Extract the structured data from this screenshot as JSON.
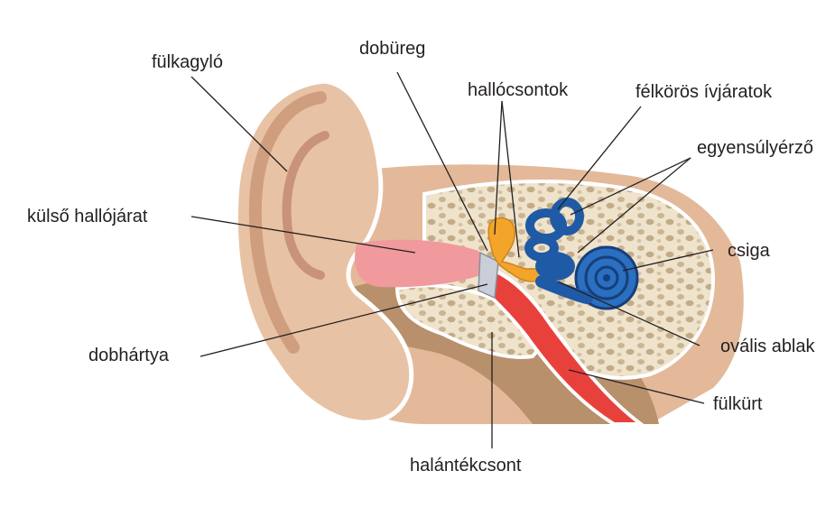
{
  "labels": {
    "fulkagylo": "fülkagyló",
    "dobureg": "dobüreg",
    "hallocsontok": "hallócsontok",
    "felkoros": "félkörös ívjáratok",
    "egyensulyerzo": "egyensúlyérző",
    "kulso": "külső hallójárat",
    "csiga": "csiga",
    "dobhartya": "dobhártya",
    "ovalis": "ovális ablak",
    "fulkurt": "fülkürt",
    "halantek": "halántékcsont"
  },
  "colors": {
    "skin": "#e8c4a6",
    "skin_dark": "#cf9e7e",
    "canal": "#f19a9e",
    "tube": "#e8413c",
    "bone": "#e9dcc4",
    "ossicles": "#f2a52a",
    "inner_ear": "#1f5aa6",
    "eardrum": "#c9ced8"
  }
}
